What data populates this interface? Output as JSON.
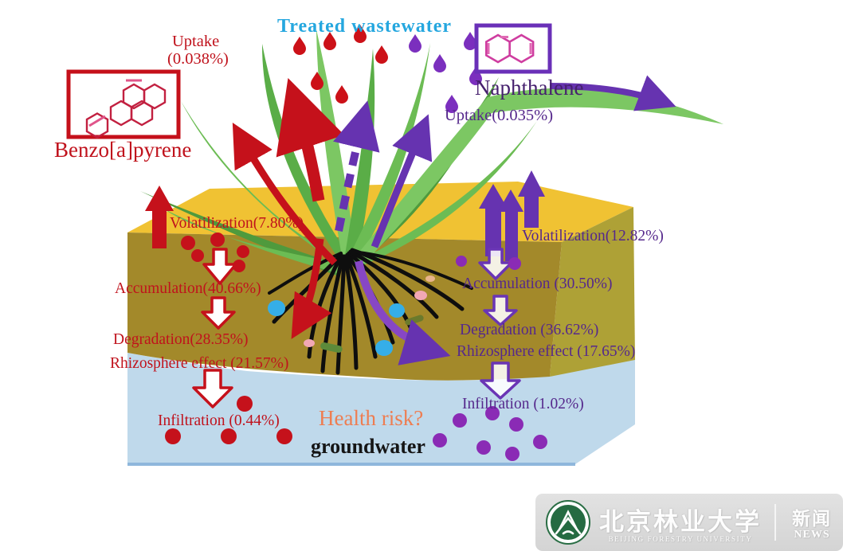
{
  "header": {
    "treated_wastewater": "Treated wastewater"
  },
  "pollutants": {
    "benzoapyrene": {
      "name": "Benzo[a]pyrene",
      "uptake_label": "Uptake",
      "uptake_value": "(0.038%)"
    },
    "naphthalene": {
      "name": "Naphthalene",
      "uptake": "Uptake(0.035%)"
    }
  },
  "benzoapyrene_processes": {
    "volatilization": "Volatilization(7.80%)",
    "accumulation": "Accumulation(40.66%)",
    "degradation": "Degradation(28.35%)",
    "rhizosphere": "Rhizosphere effect (21.57%)",
    "infiltration": "Infiltration (0.44%)"
  },
  "naphthalene_processes": {
    "volatilization": "Volatilization(12.82%)",
    "accumulation": "Accumulation (30.50%)",
    "degradation": "Degradation (36.62%)",
    "rhizosphere": "Rhizosphere effect (17.65%)",
    "infiltration": "Infiltration (1.02%)"
  },
  "annotations": {
    "health_risk": "Health risk?",
    "groundwater": "groundwater"
  },
  "watermark": {
    "university_cn": "北京林业大学",
    "university_en": "BEIJING FORESTRY UNIVERSITY",
    "news_cn": "新闻",
    "news_en": "NEWS"
  },
  "colors": {
    "benzoapyrene_accent": "#c0121c",
    "naphthalene_accent": "#6633b0",
    "title_accent": "#25a7df",
    "soil_top": "#f0c233",
    "soil_front": "#a3892a",
    "groundwater": "#bfd9eb",
    "health_risk": "#ee7d51",
    "plant_green": "#62b34c",
    "logo_green": "#256b42"
  }
}
